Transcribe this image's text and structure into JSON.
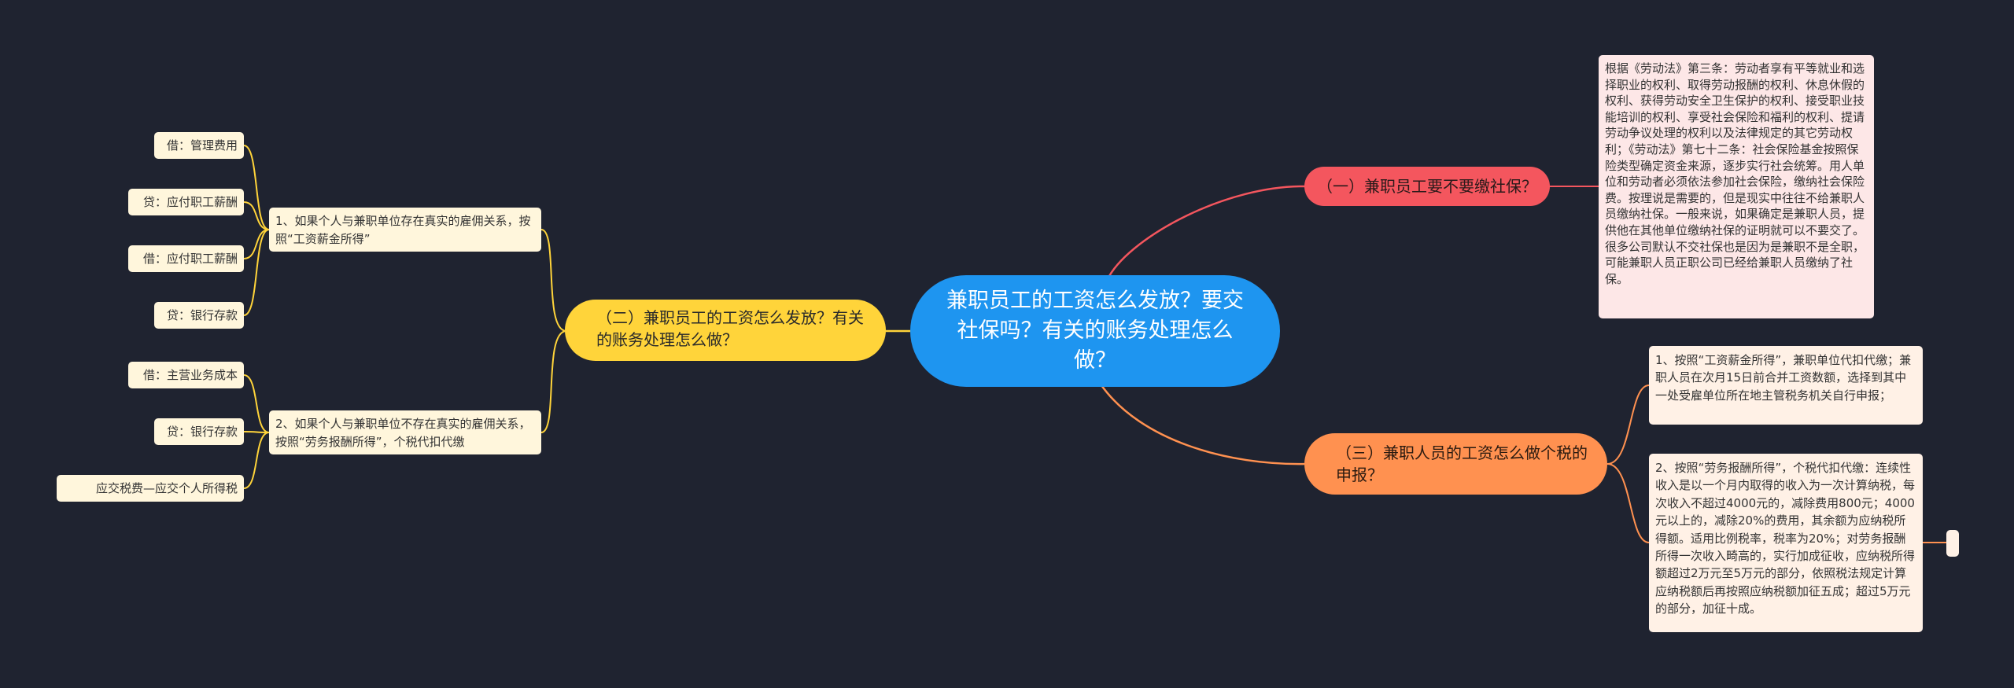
{
  "center": {
    "title": "兼职员工的工资怎么发放？要交社保吗？有关的账务处理怎么做？"
  },
  "branch_left": {
    "label": "（二）兼职员工的工资怎么发放？有关的账务处理怎么做？",
    "subs": [
      {
        "text": "1、如果个人与兼职单位存在真实的雇佣关系，按照“工资薪金所得”",
        "leaves": [
          "借：管理费用",
          "贷：应付职工薪酬",
          "借：应付职工薪酬",
          "贷：银行存款"
        ]
      },
      {
        "text": "2、如果个人与兼职单位不存在真实的雇佣关系，按照“劳务报酬所得”，个税代扣代缴",
        "leaves": [
          "借：主营业务成本",
          "贷：银行存款",
          "应交税费—应交个人所得税"
        ]
      }
    ]
  },
  "branch_top_right": {
    "label": "（一）兼职员工要不要缴社保？",
    "note": "根据《劳动法》第三条：劳动者享有平等就业和选择职业的权利、取得劳动报酬的权利、休息休假的权利、获得劳动安全卫生保护的权利、接受职业技能培训的权利、享受社会保险和福利的权利、提请劳动争议处理的权利以及法律规定的其它劳动权利；《劳动法》第七十二条：社会保险基金按照保险类型确定资金来源，逐步实行社会统筹。用人单位和劳动者必须依法参加社会保险，缴纳社会保险费。按理说是需要的，但是现实中往往不给兼职人员缴纳社保。一般来说，如果确定是兼职人员，提供他在其他单位缴纳社保的证明就可以不要交了。很多公司默认不交社保也是因为是兼职不是全职，可能兼职人员正职公司已经给兼职人员缴纳了社保。"
  },
  "branch_bottom_right": {
    "label": "（三）兼职人员的工资怎么做个税的申报？",
    "notes": [
      "1、按照“工资薪金所得”，兼职单位代扣代缴；兼职人员在次月15日前合并工资数额，选择到其中一处受雇单位所在地主管税务机关自行申报；",
      "2、按照“劳务报酬所得”，个税代扣代缴：连续性收入是以一个月内取得的收入为一次计算纳税，每次收入不超过4000元的，减除费用800元；4000元以上的，减除20%的费用，其余额为应纳税所得额。适用比例税率，税率为20%；对劳务报酬所得一次收入畸高的，实行加成征收，应纳税所得额超过2万元至5万元的部分，依照税法规定计算应纳税额后再按照应纳税额加征五成；超过5万元的部分，加征十成。"
    ]
  },
  "colors": {
    "background": "#1f2330",
    "center": "#1e95f0",
    "yellow": "#ffd43a",
    "red": "#f4565e",
    "orange": "#ff9150",
    "leaf": "#fff6dc",
    "note_red": "#fde7e7",
    "note_orange": "#fff1e6"
  }
}
